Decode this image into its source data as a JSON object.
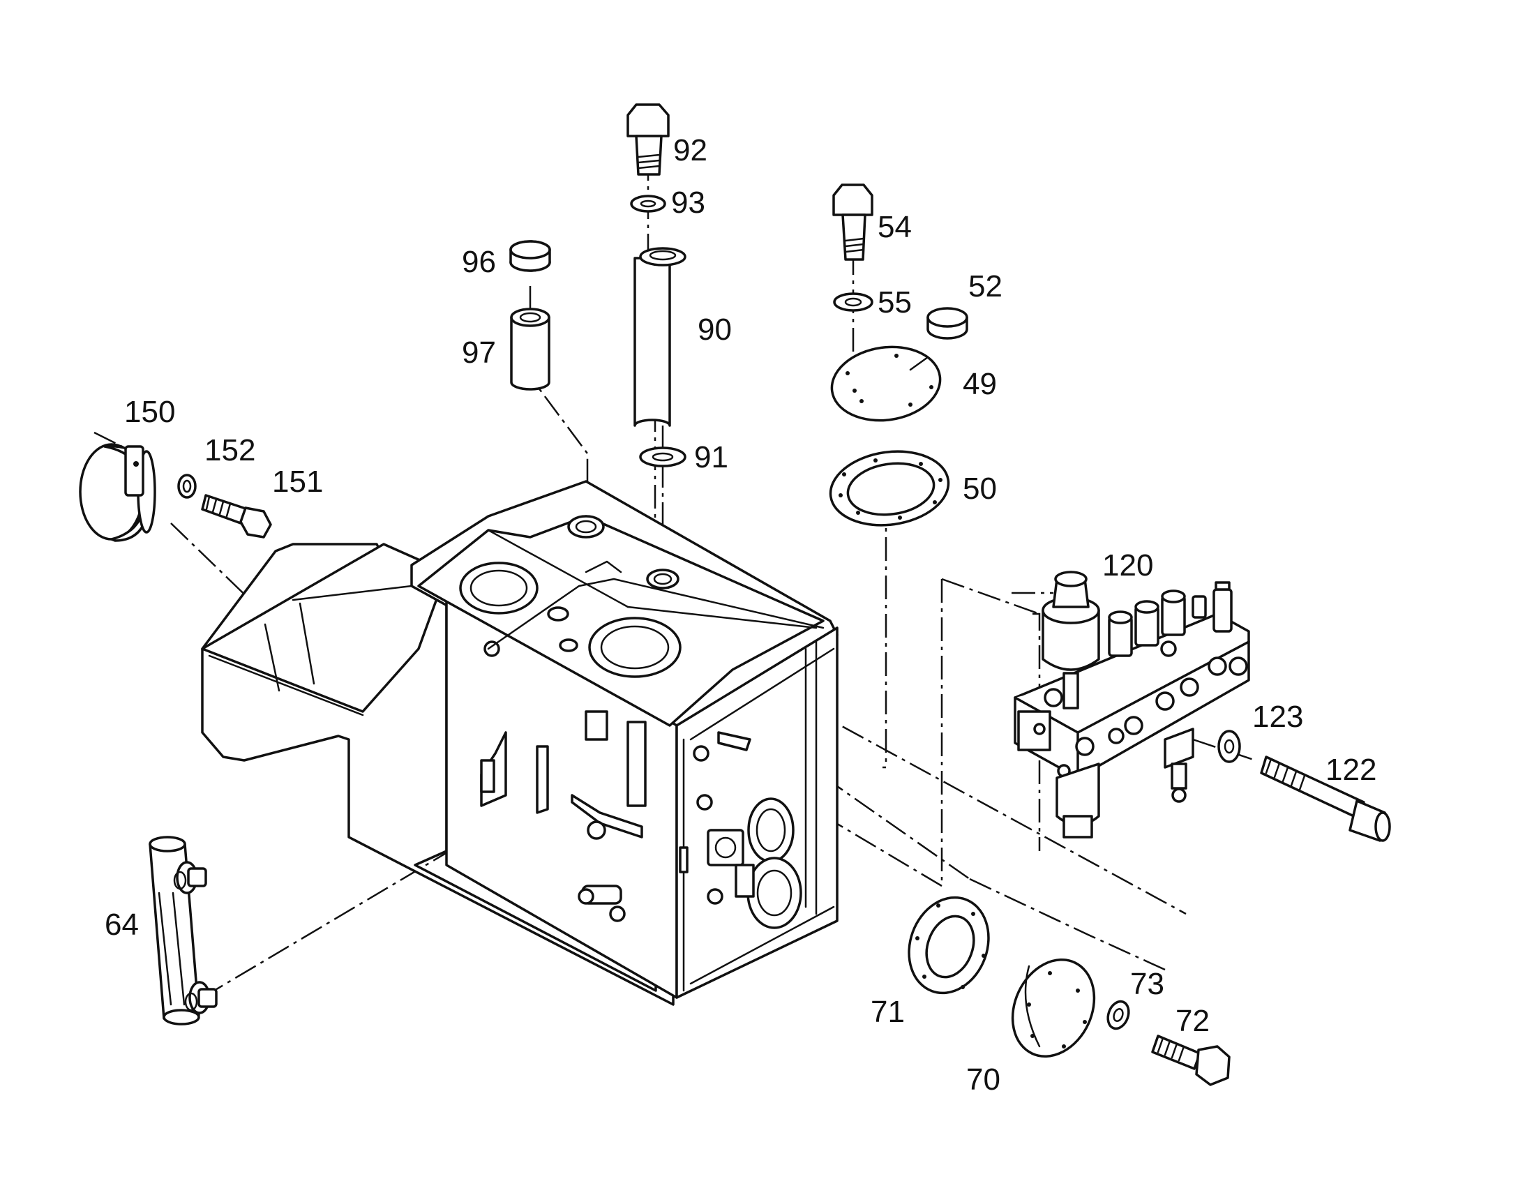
{
  "diagram": {
    "type": "exploded-parts-diagram",
    "labels": {
      "p150": "150",
      "p152": "152",
      "p151": "151",
      "p96": "96",
      "p97": "97",
      "p92": "92",
      "p93": "93",
      "p90": "90",
      "p91": "91",
      "p54": "54",
      "p55": "55",
      "p52": "52",
      "p49": "49",
      "p50": "50",
      "p120": "120",
      "p123": "123",
      "p122": "122",
      "p64": "64",
      "p71": "71",
      "p70": "70",
      "p73": "73",
      "p72": "72"
    }
  }
}
